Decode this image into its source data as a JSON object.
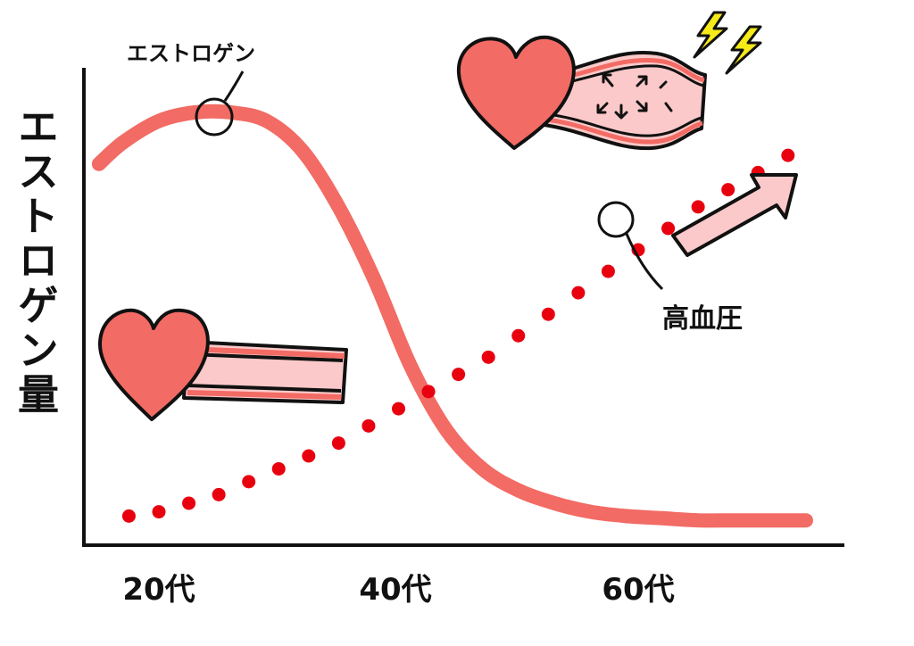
{
  "chart_data": {
    "type": "line",
    "ylabel": "エストロゲン量",
    "xlabel": "",
    "categories": [
      "20代",
      "40代",
      "60代"
    ],
    "xlim": [
      15,
      75
    ],
    "ylim": [
      0,
      100
    ],
    "grid": false,
    "series": [
      {
        "name": "エストロゲン",
        "style": "solid",
        "color": "#f26b64",
        "x": [
          15,
          17,
          20,
          23,
          26,
          29,
          32,
          35,
          38,
          41,
          44,
          47,
          50,
          53,
          56,
          59,
          62,
          65,
          68,
          71,
          74
        ],
        "values": [
          84,
          89,
          94,
          96,
          96,
          94,
          87,
          74,
          57,
          37,
          22,
          13,
          8,
          5,
          3,
          2,
          1.5,
          1,
          1,
          1,
          1
        ]
      },
      {
        "name": "高血圧",
        "style": "dotted",
        "color": "#e8000f",
        "x": [
          17.5,
          20,
          22.5,
          25,
          27.5,
          30,
          32.5,
          35,
          37.5,
          40,
          42.5,
          45,
          47.5,
          50,
          52.5,
          55,
          57.5,
          60,
          62.5,
          65,
          67.5,
          70,
          72.5
        ],
        "values": [
          2,
          3,
          5,
          7,
          10,
          13,
          16,
          19,
          23,
          27,
          31,
          35,
          39,
          44,
          49,
          54,
          59,
          64,
          69,
          74,
          78,
          82,
          86
        ]
      }
    ],
    "annotations": [
      {
        "text": "エストロゲン",
        "target_series": "エストロゲン",
        "x": 26
      },
      {
        "text": "高血圧",
        "target_series": "高血圧",
        "x": 60
      }
    ]
  },
  "colors": {
    "heart_fill": "#f26b64",
    "vessel_fill": "#fbc9c9",
    "arrow_fill": "#fbc9c9",
    "bolt_fill": "#f6ea19",
    "axis": "#111111"
  },
  "icons": [
    "heart-icon",
    "healthy-vessel-icon",
    "swollen-vessel-icon",
    "lightning-icon",
    "rising-arrow-icon"
  ]
}
